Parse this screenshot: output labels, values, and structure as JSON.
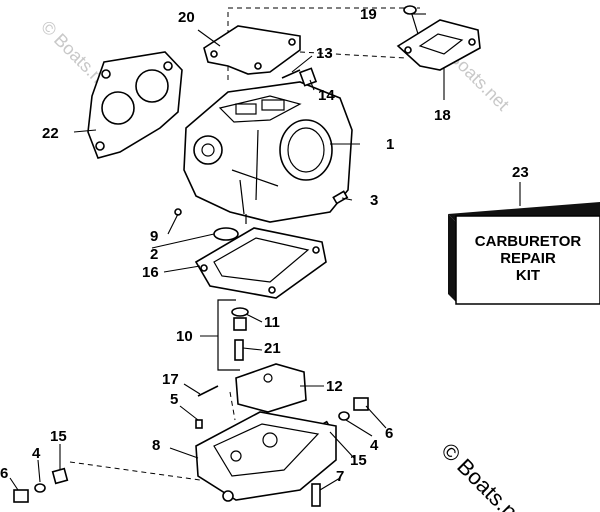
{
  "diagram": {
    "callouts": [
      "1",
      "2",
      "3",
      "4",
      "4",
      "5",
      "6",
      "6",
      "7",
      "8",
      "9",
      "10",
      "11",
      "12",
      "13",
      "14",
      "15",
      "15",
      "16",
      "17",
      "18",
      "19",
      "20",
      "21",
      "22",
      "23"
    ],
    "kit_label": [
      "CARBURETOR",
      "REPAIR",
      "KIT"
    ],
    "watermarks": [
      "© Boats.net",
      "Boats.net",
      "© Boats.net"
    ]
  }
}
